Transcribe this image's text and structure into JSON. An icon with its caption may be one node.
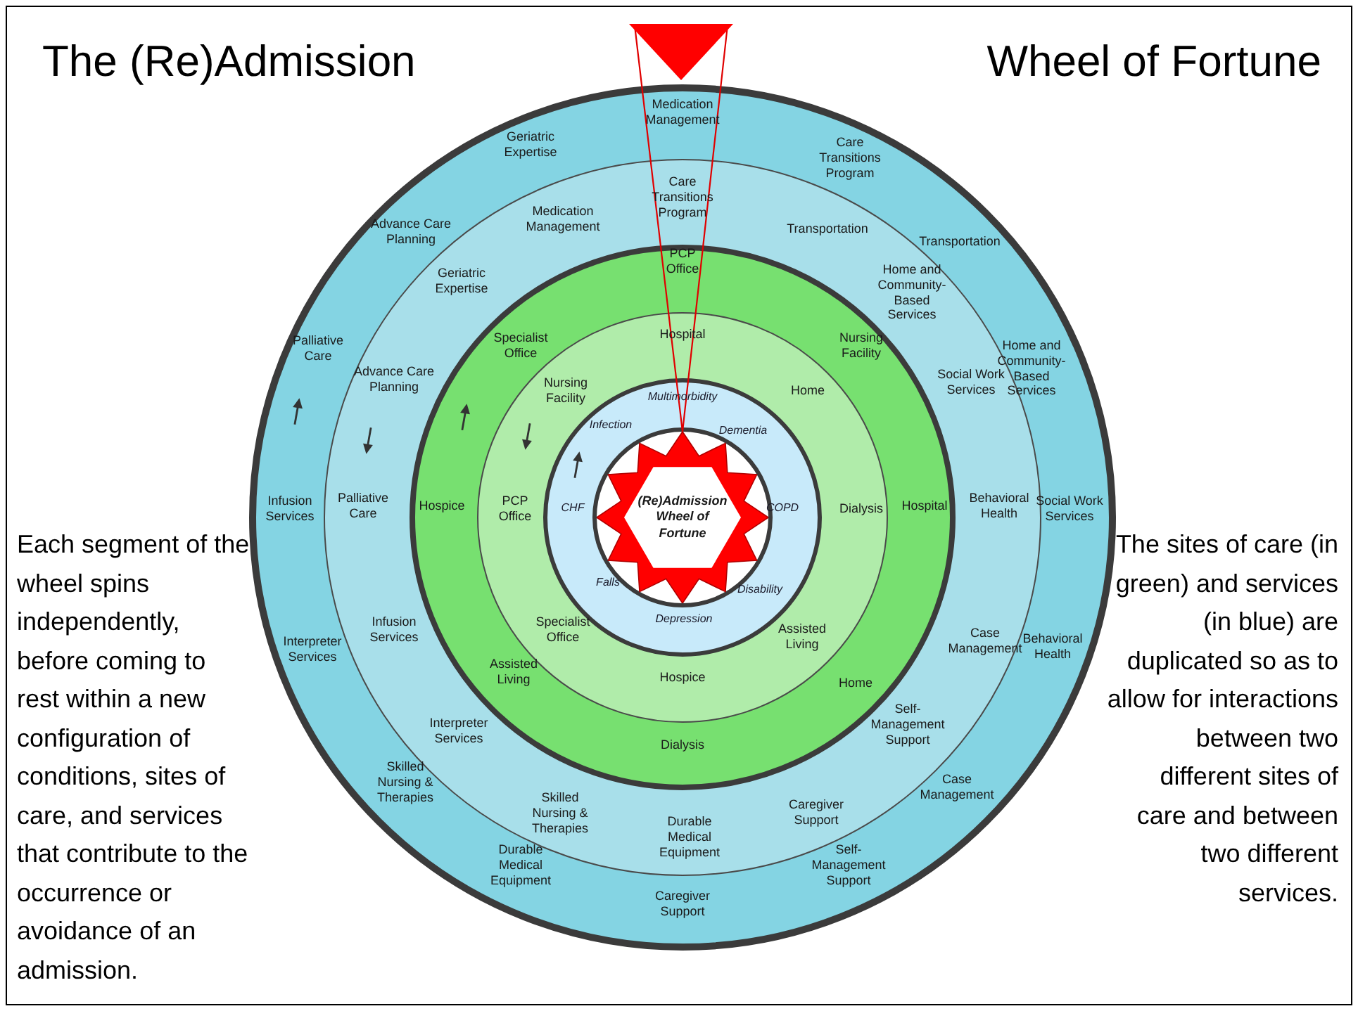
{
  "diagram": {
    "nodes": [
      {
        "text": [
          "(Re)Admission Wheel of Fortune"
        ]
      },
      {
        "text": [],
        "shape": "triangle"
      }
    ],
    "edges": [
      {
        "from": 1,
        "to": 0,
        "arrow": "none",
        "color": "#e00000"
      }
    ],
    "labels": [
      "The (Re)Admission",
      "Wheel of Fortune",
      "Medication Management",
      "Care Transitions Program",
      "Transportation",
      "Home and Community-Based Services",
      "Social Work Services",
      "Behavioral Health",
      "Case Management",
      "Self-Management Support",
      "Caregiver Support",
      "Durable Medical Equipment",
      "Skilled Nursing & Therapies",
      "Interpreter Services",
      "Infusion Services",
      "Palliative Care",
      "Advance Care Planning",
      "Geriatric Expertise",
      "Care Transitions Program",
      "Transportation",
      "Home and Community-Based Services",
      "Social Work Services",
      "Behavioral Health",
      "Case Management",
      "Self-Management Support",
      "Caregiver Support",
      "Durable Medical Equipment",
      "Skilled Nursing & Therapies",
      "Interpreter Services",
      "Infusion Services",
      "Palliative Care",
      "Advance Care Planning",
      "Geriatric Expertise",
      "Medication Management",
      "PCP Office",
      "Nursing Facility",
      "Hospital",
      "Home",
      "Dialysis",
      "Assisted Living",
      "Hospice",
      "Specialist Office",
      "Hospital",
      "Home",
      "Dialysis",
      "Assisted Living",
      "Hospice",
      "Specialist Office",
      "PCP Office",
      "Nursing Facility",
      "Multimorbidity",
      "Dementia",
      "COPD",
      "Disability",
      "Depression",
      "Falls",
      "CHF",
      "Infection",
      "Each segment of the wheel spins independently, before coming to rest within a new configuration of conditions, sites of care, and services that contribute to the occurrence or avoidance of an admission.",
      "The sites of care (in green) and services (in blue) are duplicated so as to allow for interactions between two different sites of care and between two different services."
    ]
  }
}
